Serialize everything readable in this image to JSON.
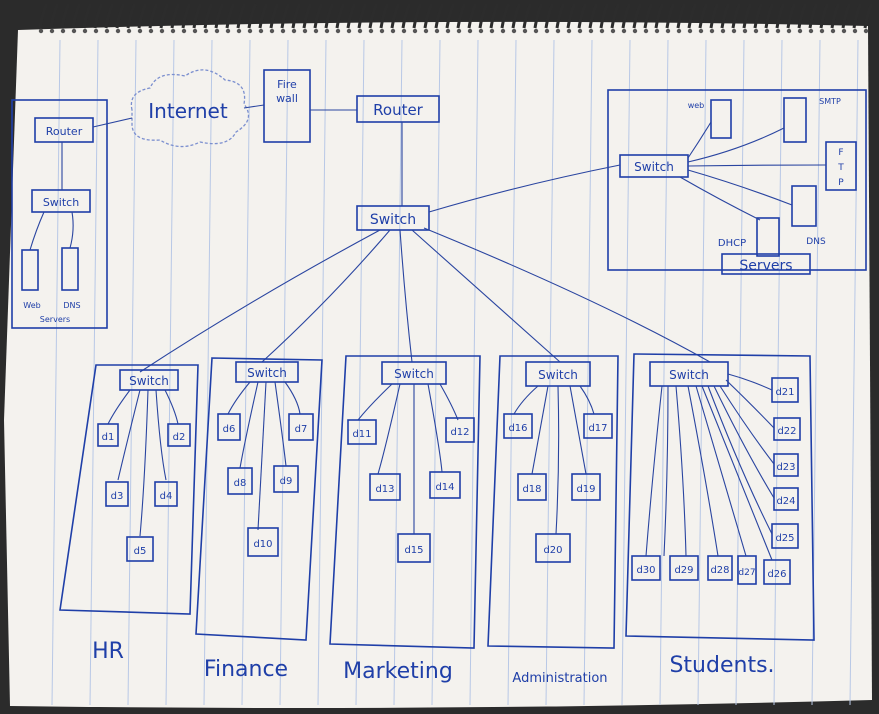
{
  "diagram": {
    "internet_label": "Internet",
    "firewall_label_1": "Fire",
    "firewall_label_2": "wall",
    "main_router_label": "Router",
    "core_switch_label": "Switch",
    "remote_site": {
      "router_label": "Router",
      "switch_label": "Switch",
      "web_label": "Web",
      "dns_label": "DNS",
      "servers_label": "Servers"
    },
    "server_room": {
      "switch_label": "Switch",
      "web_label": "web",
      "smtp_label": "SMTP",
      "ftp_label": [
        "F",
        "T",
        "P"
      ],
      "dhcp_label": "DHCP",
      "dns_label": "DNS",
      "servers_label": "Servers"
    },
    "departments": [
      {
        "name": "HR",
        "switch_label": "Switch",
        "devices": [
          "d1",
          "d2",
          "d3",
          "d4",
          "d5"
        ]
      },
      {
        "name": "Finance",
        "switch_label": "Switch",
        "devices": [
          "d6",
          "d7",
          "d8",
          "d9",
          "d10"
        ]
      },
      {
        "name": "Marketing",
        "switch_label": "Switch",
        "devices": [
          "d11",
          "d12",
          "d13",
          "d14",
          "d15"
        ]
      },
      {
        "name": "Administration",
        "switch_label": "Switch",
        "devices": [
          "d16",
          "d17",
          "d18",
          "d19",
          "d20"
        ]
      },
      {
        "name": "Students.",
        "switch_label": "Switch",
        "devices": [
          "d21",
          "d22",
          "d23",
          "d24",
          "d25",
          "d26",
          "d27",
          "d28",
          "d29",
          "d30"
        ]
      }
    ]
  },
  "colors": {
    "ink": "#1f3fa8",
    "paper": "#f4f2ee",
    "rule": "#b8c8e6"
  }
}
